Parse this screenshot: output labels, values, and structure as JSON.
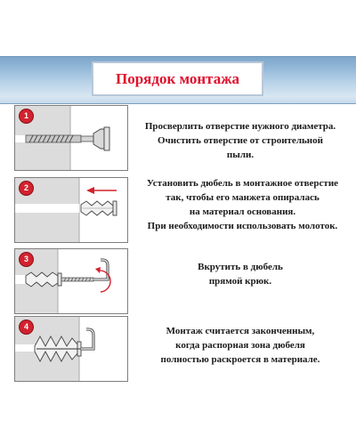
{
  "header": {
    "title": "Порядок монтажа"
  },
  "steps": [
    {
      "number": "1",
      "lines": [
        "Просверлить отверстие нужного диаметра.",
        "Очистить отверстие от строительной",
        "пыли."
      ]
    },
    {
      "number": "2",
      "lines": [
        "Установить дюбель в монтажное отверстие",
        "так, чтобы его манжета опиралась",
        "на материал основания.",
        "При необходимости использовать молоток."
      ]
    },
    {
      "number": "3",
      "lines": [
        "Вкрутить в дюбель",
        "прямой крюк."
      ]
    },
    {
      "number": "4",
      "lines": [
        "Монтаж считается законченным,",
        "когда распорная зона дюбеля",
        "полностью раскроется в материале."
      ]
    }
  ],
  "icons": {
    "step1": "drill-bit-in-wall-icon",
    "step2": "dowel-insert-arrow-icon",
    "step3": "hook-screw-rotation-icon",
    "step4": "hook-installed-dowel-icon"
  },
  "colors": {
    "title": "#e0102c",
    "badge": "#d2222f",
    "arrow": "#d2222f",
    "wall": "#dcdcdc",
    "header_band": "#a9c6e1"
  }
}
